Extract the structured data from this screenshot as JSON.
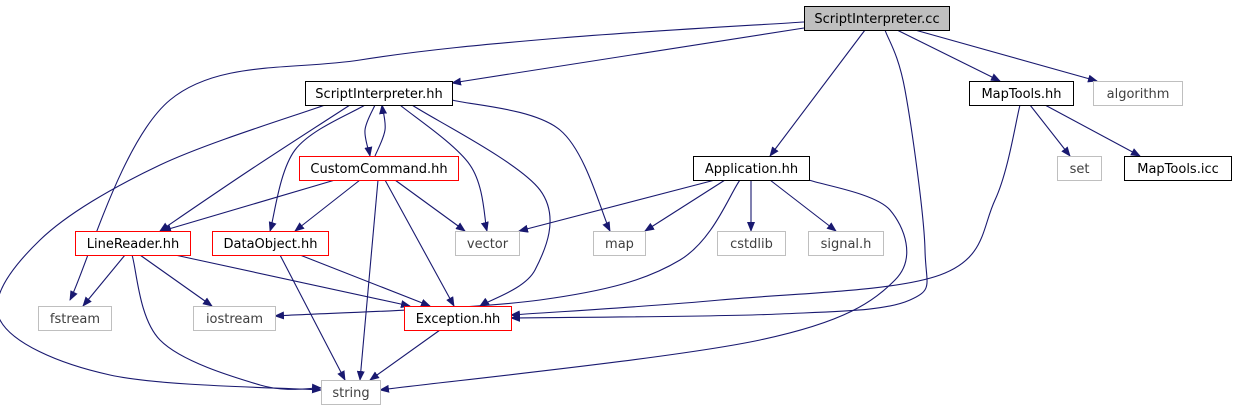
{
  "colors": {
    "edge": "#191970",
    "root_fill": "#bfbfbf",
    "root_border": "#000000",
    "documented_border": "#000000",
    "incomplete_border": "#ff0000",
    "system_border": "#bfbfbf",
    "system_text": "#3f3f3f",
    "text": "#000000"
  },
  "nodes": [
    {
      "id": "scriptinterpreter_cc",
      "label": "ScriptInterpreter.cc",
      "kind": "root"
    },
    {
      "id": "scriptinterpreter_hh",
      "label": "ScriptInterpreter.hh",
      "kind": "documented"
    },
    {
      "id": "maptools_hh",
      "label": "MapTools.hh",
      "kind": "documented"
    },
    {
      "id": "algorithm",
      "label": "algorithm",
      "kind": "system"
    },
    {
      "id": "customcommand_hh",
      "label": "CustomCommand.hh",
      "kind": "incomplete"
    },
    {
      "id": "application_hh",
      "label": "Application.hh",
      "kind": "documented"
    },
    {
      "id": "set",
      "label": "set",
      "kind": "system"
    },
    {
      "id": "maptools_icc",
      "label": "MapTools.icc",
      "kind": "documented"
    },
    {
      "id": "linereader_hh",
      "label": "LineReader.hh",
      "kind": "incomplete"
    },
    {
      "id": "dataobject_hh",
      "label": "DataObject.hh",
      "kind": "incomplete"
    },
    {
      "id": "vector",
      "label": "vector",
      "kind": "system"
    },
    {
      "id": "map",
      "label": "map",
      "kind": "system"
    },
    {
      "id": "cstdlib",
      "label": "cstdlib",
      "kind": "system"
    },
    {
      "id": "signal_h",
      "label": "signal.h",
      "kind": "system"
    },
    {
      "id": "fstream",
      "label": "fstream",
      "kind": "system"
    },
    {
      "id": "iostream",
      "label": "iostream",
      "kind": "system"
    },
    {
      "id": "exception_hh",
      "label": "Exception.hh",
      "kind": "incomplete"
    },
    {
      "id": "string",
      "label": "string",
      "kind": "system"
    }
  ],
  "edges": [
    {
      "from": "scriptinterpreter_cc",
      "to": "scriptinterpreter_hh"
    },
    {
      "from": "scriptinterpreter_cc",
      "to": "fstream"
    },
    {
      "from": "scriptinterpreter_cc",
      "to": "application_hh"
    },
    {
      "from": "scriptinterpreter_cc",
      "to": "exception_hh"
    },
    {
      "from": "scriptinterpreter_cc",
      "to": "maptools_hh"
    },
    {
      "from": "scriptinterpreter_cc",
      "to": "algorithm"
    },
    {
      "from": "scriptinterpreter_hh",
      "to": "string"
    },
    {
      "from": "scriptinterpreter_hh",
      "to": "linereader_hh"
    },
    {
      "from": "scriptinterpreter_hh",
      "to": "dataobject_hh"
    },
    {
      "from": "scriptinterpreter_hh",
      "to": "customcommand_hh"
    },
    {
      "from": "scriptinterpreter_hh",
      "to": "vector"
    },
    {
      "from": "scriptinterpreter_hh",
      "to": "map"
    },
    {
      "from": "scriptinterpreter_hh",
      "to": "exception_hh"
    },
    {
      "from": "customcommand_hh",
      "to": "scriptinterpreter_hh"
    },
    {
      "from": "customcommand_hh",
      "to": "linereader_hh"
    },
    {
      "from": "customcommand_hh",
      "to": "dataobject_hh"
    },
    {
      "from": "customcommand_hh",
      "to": "vector"
    },
    {
      "from": "customcommand_hh",
      "to": "string"
    },
    {
      "from": "customcommand_hh",
      "to": "exception_hh"
    },
    {
      "from": "application_hh",
      "to": "vector"
    },
    {
      "from": "application_hh",
      "to": "map"
    },
    {
      "from": "application_hh",
      "to": "cstdlib"
    },
    {
      "from": "application_hh",
      "to": "signal_h"
    },
    {
      "from": "application_hh",
      "to": "iostream"
    },
    {
      "from": "application_hh",
      "to": "string"
    },
    {
      "from": "maptools_hh",
      "to": "set"
    },
    {
      "from": "maptools_hh",
      "to": "maptools_icc"
    },
    {
      "from": "maptools_hh",
      "to": "exception_hh"
    },
    {
      "from": "linereader_hh",
      "to": "fstream"
    },
    {
      "from": "linereader_hh",
      "to": "iostream"
    },
    {
      "from": "linereader_hh",
      "to": "string"
    },
    {
      "from": "linereader_hh",
      "to": "exception_hh"
    },
    {
      "from": "dataobject_hh",
      "to": "string"
    },
    {
      "from": "dataobject_hh",
      "to": "exception_hh"
    },
    {
      "from": "exception_hh",
      "to": "string"
    }
  ]
}
